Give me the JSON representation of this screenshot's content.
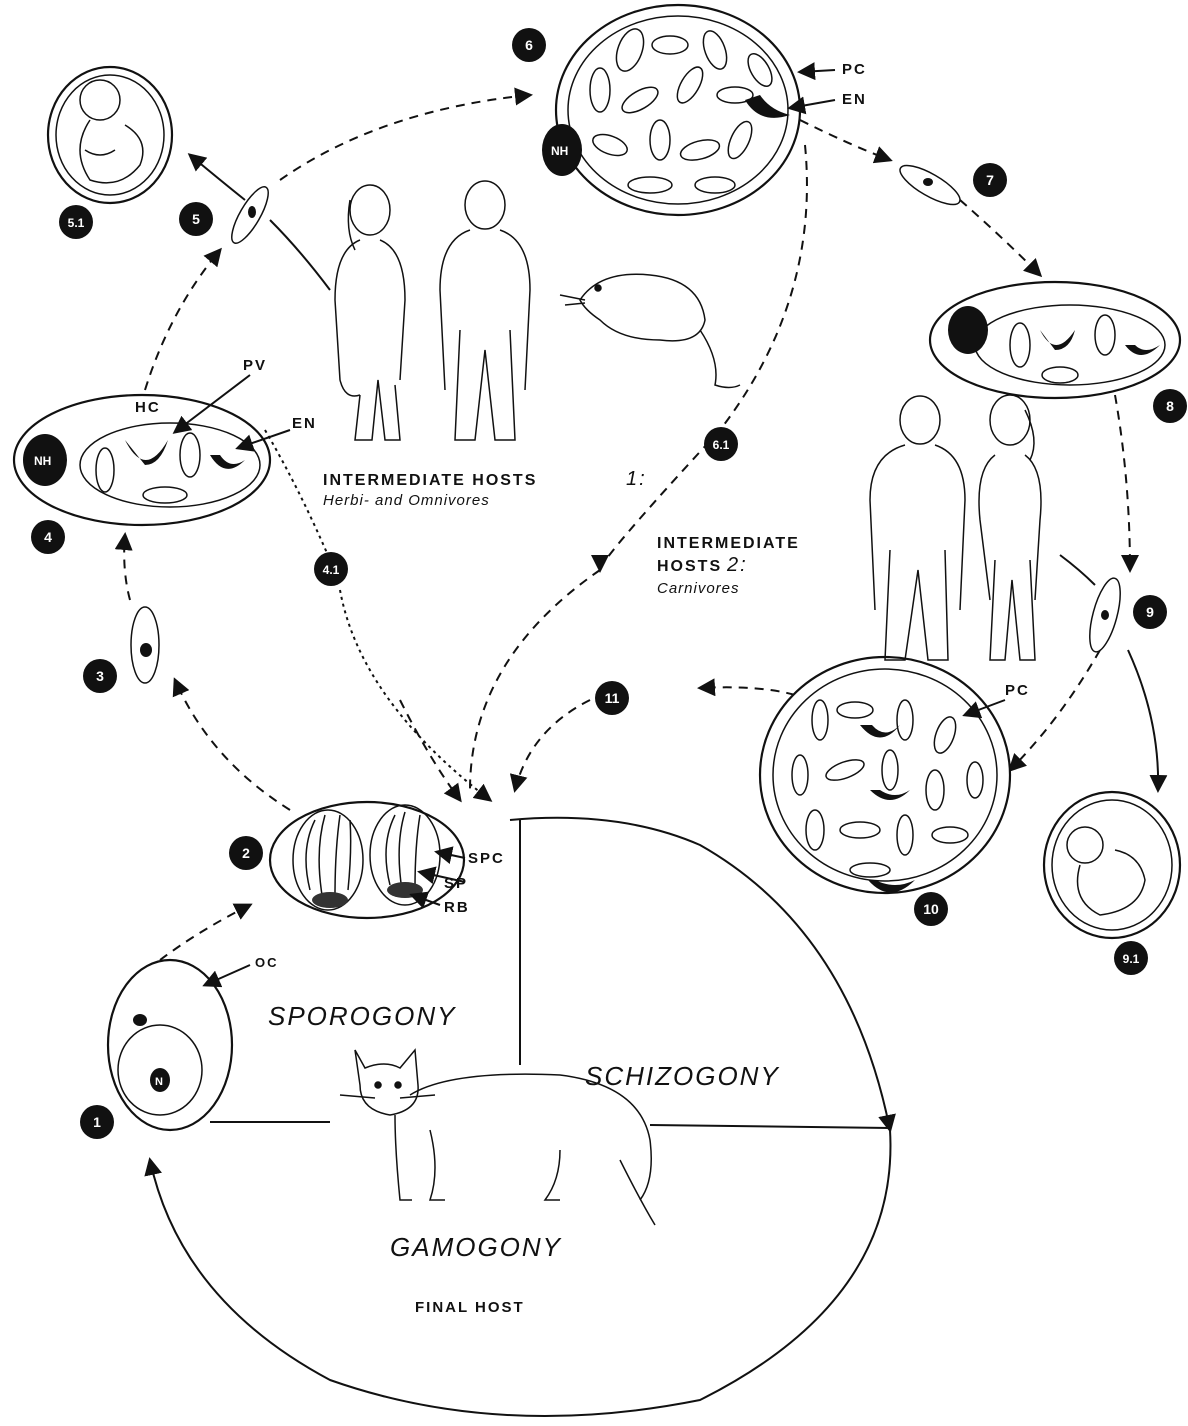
{
  "markers": [
    {
      "id": "m1",
      "label": "1"
    },
    {
      "id": "m2",
      "label": "2"
    },
    {
      "id": "m3",
      "label": "3"
    },
    {
      "id": "m4",
      "label": "4"
    },
    {
      "id": "m4-1",
      "label": "4.1"
    },
    {
      "id": "m5",
      "label": "5"
    },
    {
      "id": "m5-1",
      "label": "5.1"
    },
    {
      "id": "m6",
      "label": "6"
    },
    {
      "id": "m6-1",
      "label": "6.1"
    },
    {
      "id": "m7",
      "label": "7"
    },
    {
      "id": "m8",
      "label": "8"
    },
    {
      "id": "m9",
      "label": "9"
    },
    {
      "id": "m9-1",
      "label": "9.1"
    },
    {
      "id": "m10",
      "label": "10"
    },
    {
      "id": "m11",
      "label": "11"
    }
  ],
  "labels": {
    "pc_top": "PC",
    "en_top": "EN",
    "nh_top": "NH",
    "pv": "PV",
    "hc": "HC",
    "en_left": "EN",
    "nh_left": "NH",
    "pc_bottom": "PC",
    "spc": "SPC",
    "sp": "SP",
    "rb": "RB",
    "oc": "OC",
    "n": "N"
  },
  "hosts": {
    "intermediate1_title": "INTERMEDIATE HOSTS",
    "intermediate1_num": "1:",
    "intermediate1_sub": "Herbi- and Omnivores",
    "intermediate2_title_line1": "INTERMEDIATE",
    "intermediate2_title_line2": "HOSTS",
    "intermediate2_num": "2:",
    "intermediate2_sub": "Carnivores",
    "final_host": "FINAL HOST"
  },
  "phases": {
    "sporogony": "SPOROGONY",
    "schizogony": "SCHIZOGONY",
    "gamogony": "GAMOGONY"
  }
}
